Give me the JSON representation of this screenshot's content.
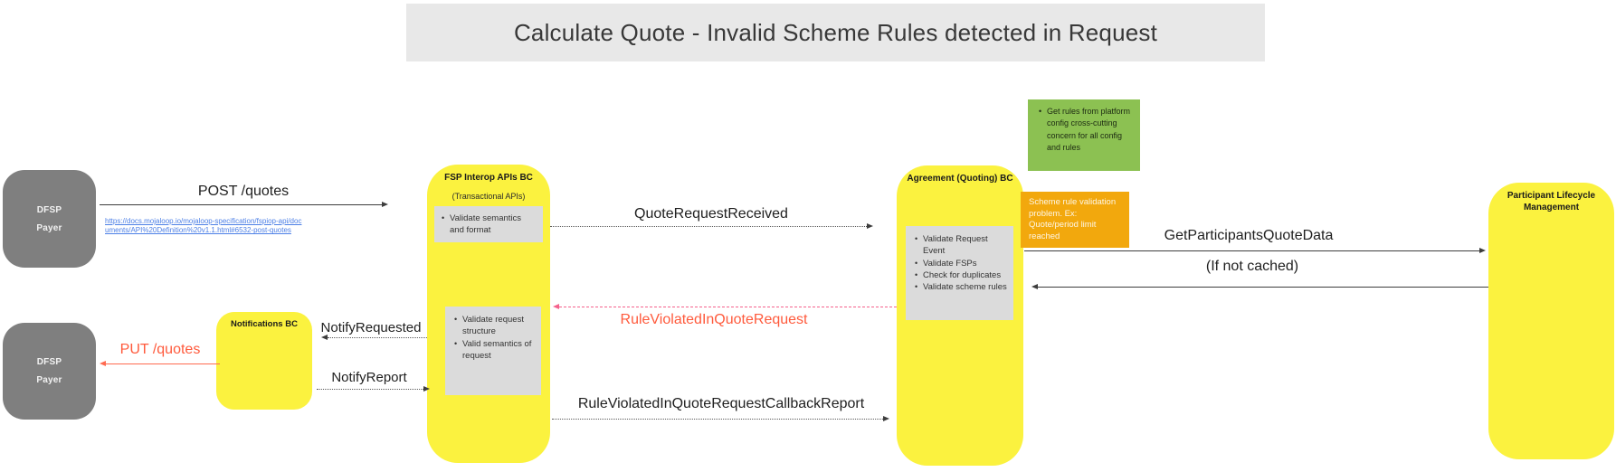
{
  "title": "Calculate Quote - Invalid Scheme Rules detected in Request",
  "actors": {
    "dfsp_payer_top": {
      "line1": "DFSP",
      "line2": "Payer"
    },
    "dfsp_payer_bottom": {
      "line1": "DFSP",
      "line2": "Payer"
    },
    "notifications": {
      "label": "Notifications BC"
    },
    "fsp_interop": {
      "label": "FSP Interop APIs BC",
      "sublabel": "(Transactional APIs)",
      "notes_top": [
        "Validate semantics and format"
      ],
      "notes_bottom": [
        "Validate request structure",
        "Valid semantics of request"
      ]
    },
    "agreement": {
      "label": "Agreement (Quoting) BC",
      "notes": [
        "Validate Request Event",
        "Validate FSPs",
        "Check for duplicates",
        "Validate scheme rules"
      ]
    },
    "participant_lifecycle": {
      "label": "Participant Lifecycle Management"
    }
  },
  "callouts": {
    "green": {
      "items": [
        "Get rules from platform config cross-cutting concern for all config and rules"
      ]
    },
    "amber": {
      "text": "Scheme rule validation problem. Ex: Quote/period limit reached"
    }
  },
  "messages": {
    "post_quotes": {
      "label": "POST /quotes",
      "link": "https://docs.mojaloop.io/mojaloop-specification/fspiop-api/documents/API%20Definition%20v1.1.html#6532-post-quotes"
    },
    "quote_request_received": {
      "label": "QuoteRequestReceived"
    },
    "get_participants_quote_data": {
      "label": "GetParticipantsQuoteData",
      "condition": "(If not cached)"
    },
    "rule_violated_in_quote_request": {
      "label": "RuleViolatedInQuoteRequest"
    },
    "rule_violated_callback_report": {
      "label": "RuleViolatedInQuoteRequestCallbackReport"
    },
    "notify_requested": {
      "label": "NotifyRequested"
    },
    "notify_report": {
      "label": "NotifyReport"
    },
    "put_quotes": {
      "label": "PUT /quotes"
    }
  },
  "colors": {
    "component_yellow": "#FBF23F",
    "actor_gray": "#7F7F7F",
    "note_gray": "#DBDBDB",
    "callout_green": "#8CC152",
    "callout_amber": "#F2A80D",
    "error_red": "#FF5A3C",
    "dashed_pink": "#F5628C",
    "link_blue": "#4C7FE6",
    "title_bg": "#E8E8E8"
  }
}
